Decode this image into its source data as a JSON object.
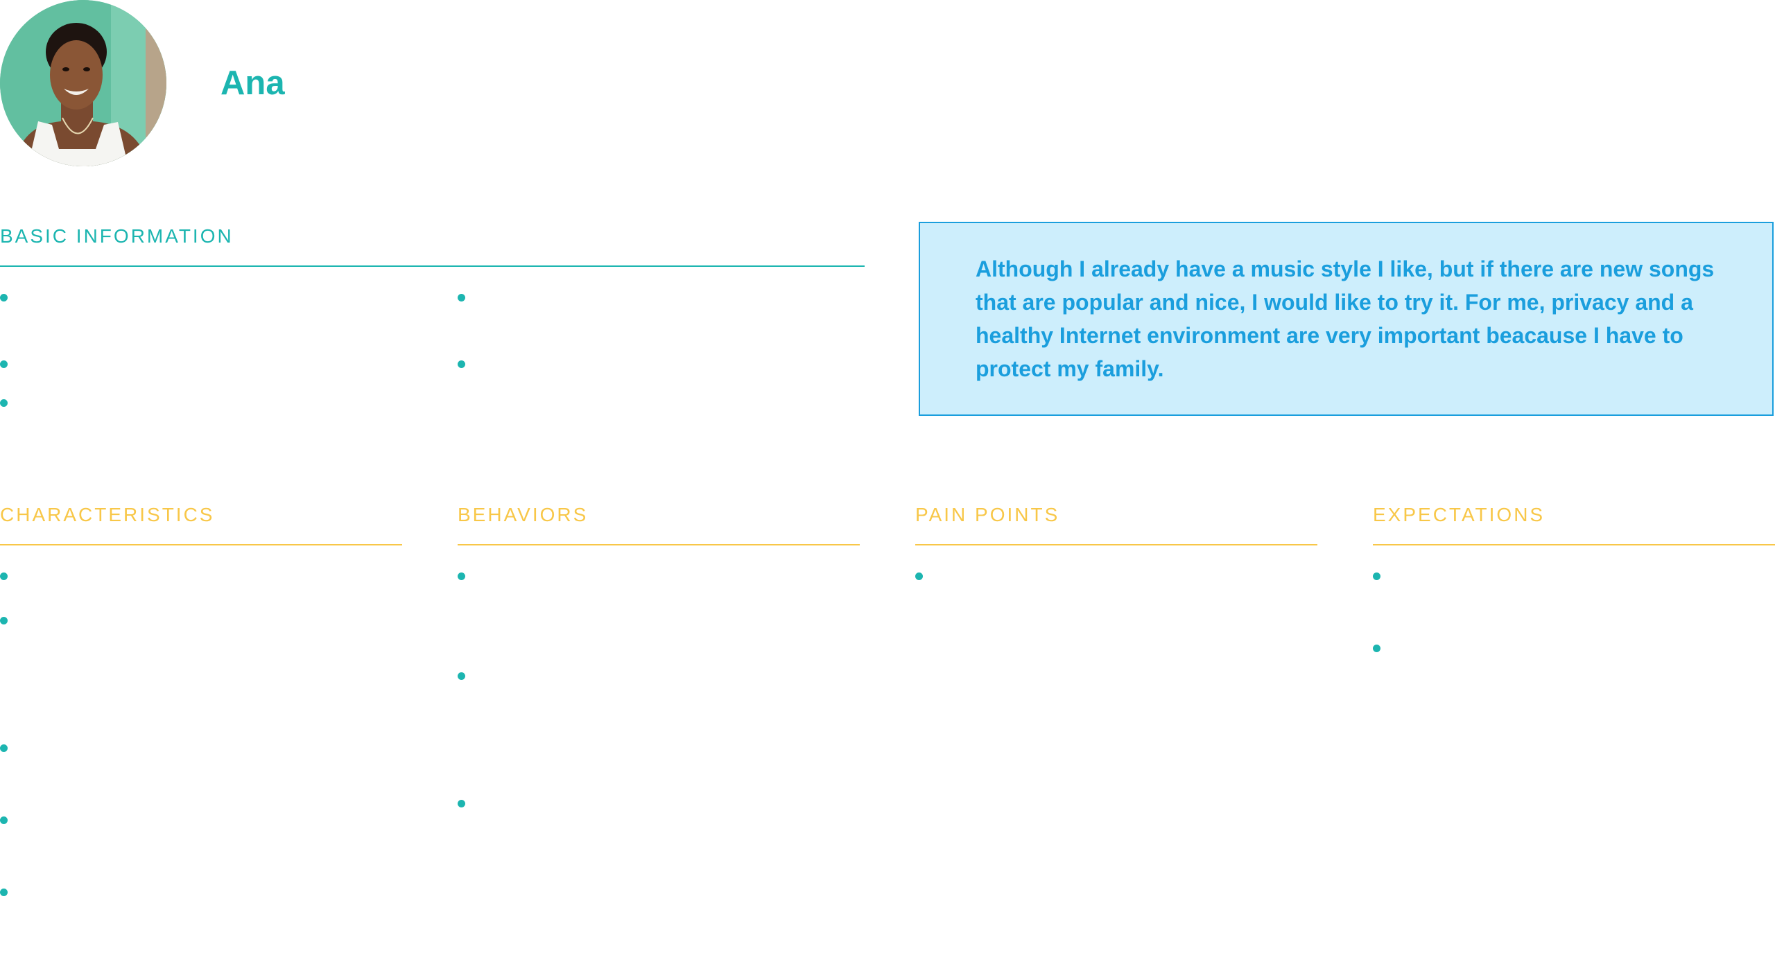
{
  "persona": {
    "name": "Ana"
  },
  "sections": {
    "basic_information": "BASIC INFORMATION",
    "characteristics": "CHARACTERISTICS",
    "behaviors": "BEHAVIORS",
    "pain_points": "PAIN POINTS",
    "expectations": "EXPECTATIONS"
  },
  "quote": {
    "text": "Although I already have a music style I like, but if there are new songs that are popular and nice, I would like to try it. For me, privacy and a healthy Internet environment are very important beacause I have to protect my family."
  },
  "colors": {
    "teal": "#1cb5b0",
    "yellow": "#f8c748",
    "quote_bg": "#cdeefc",
    "quote_text": "#1a9edd"
  }
}
